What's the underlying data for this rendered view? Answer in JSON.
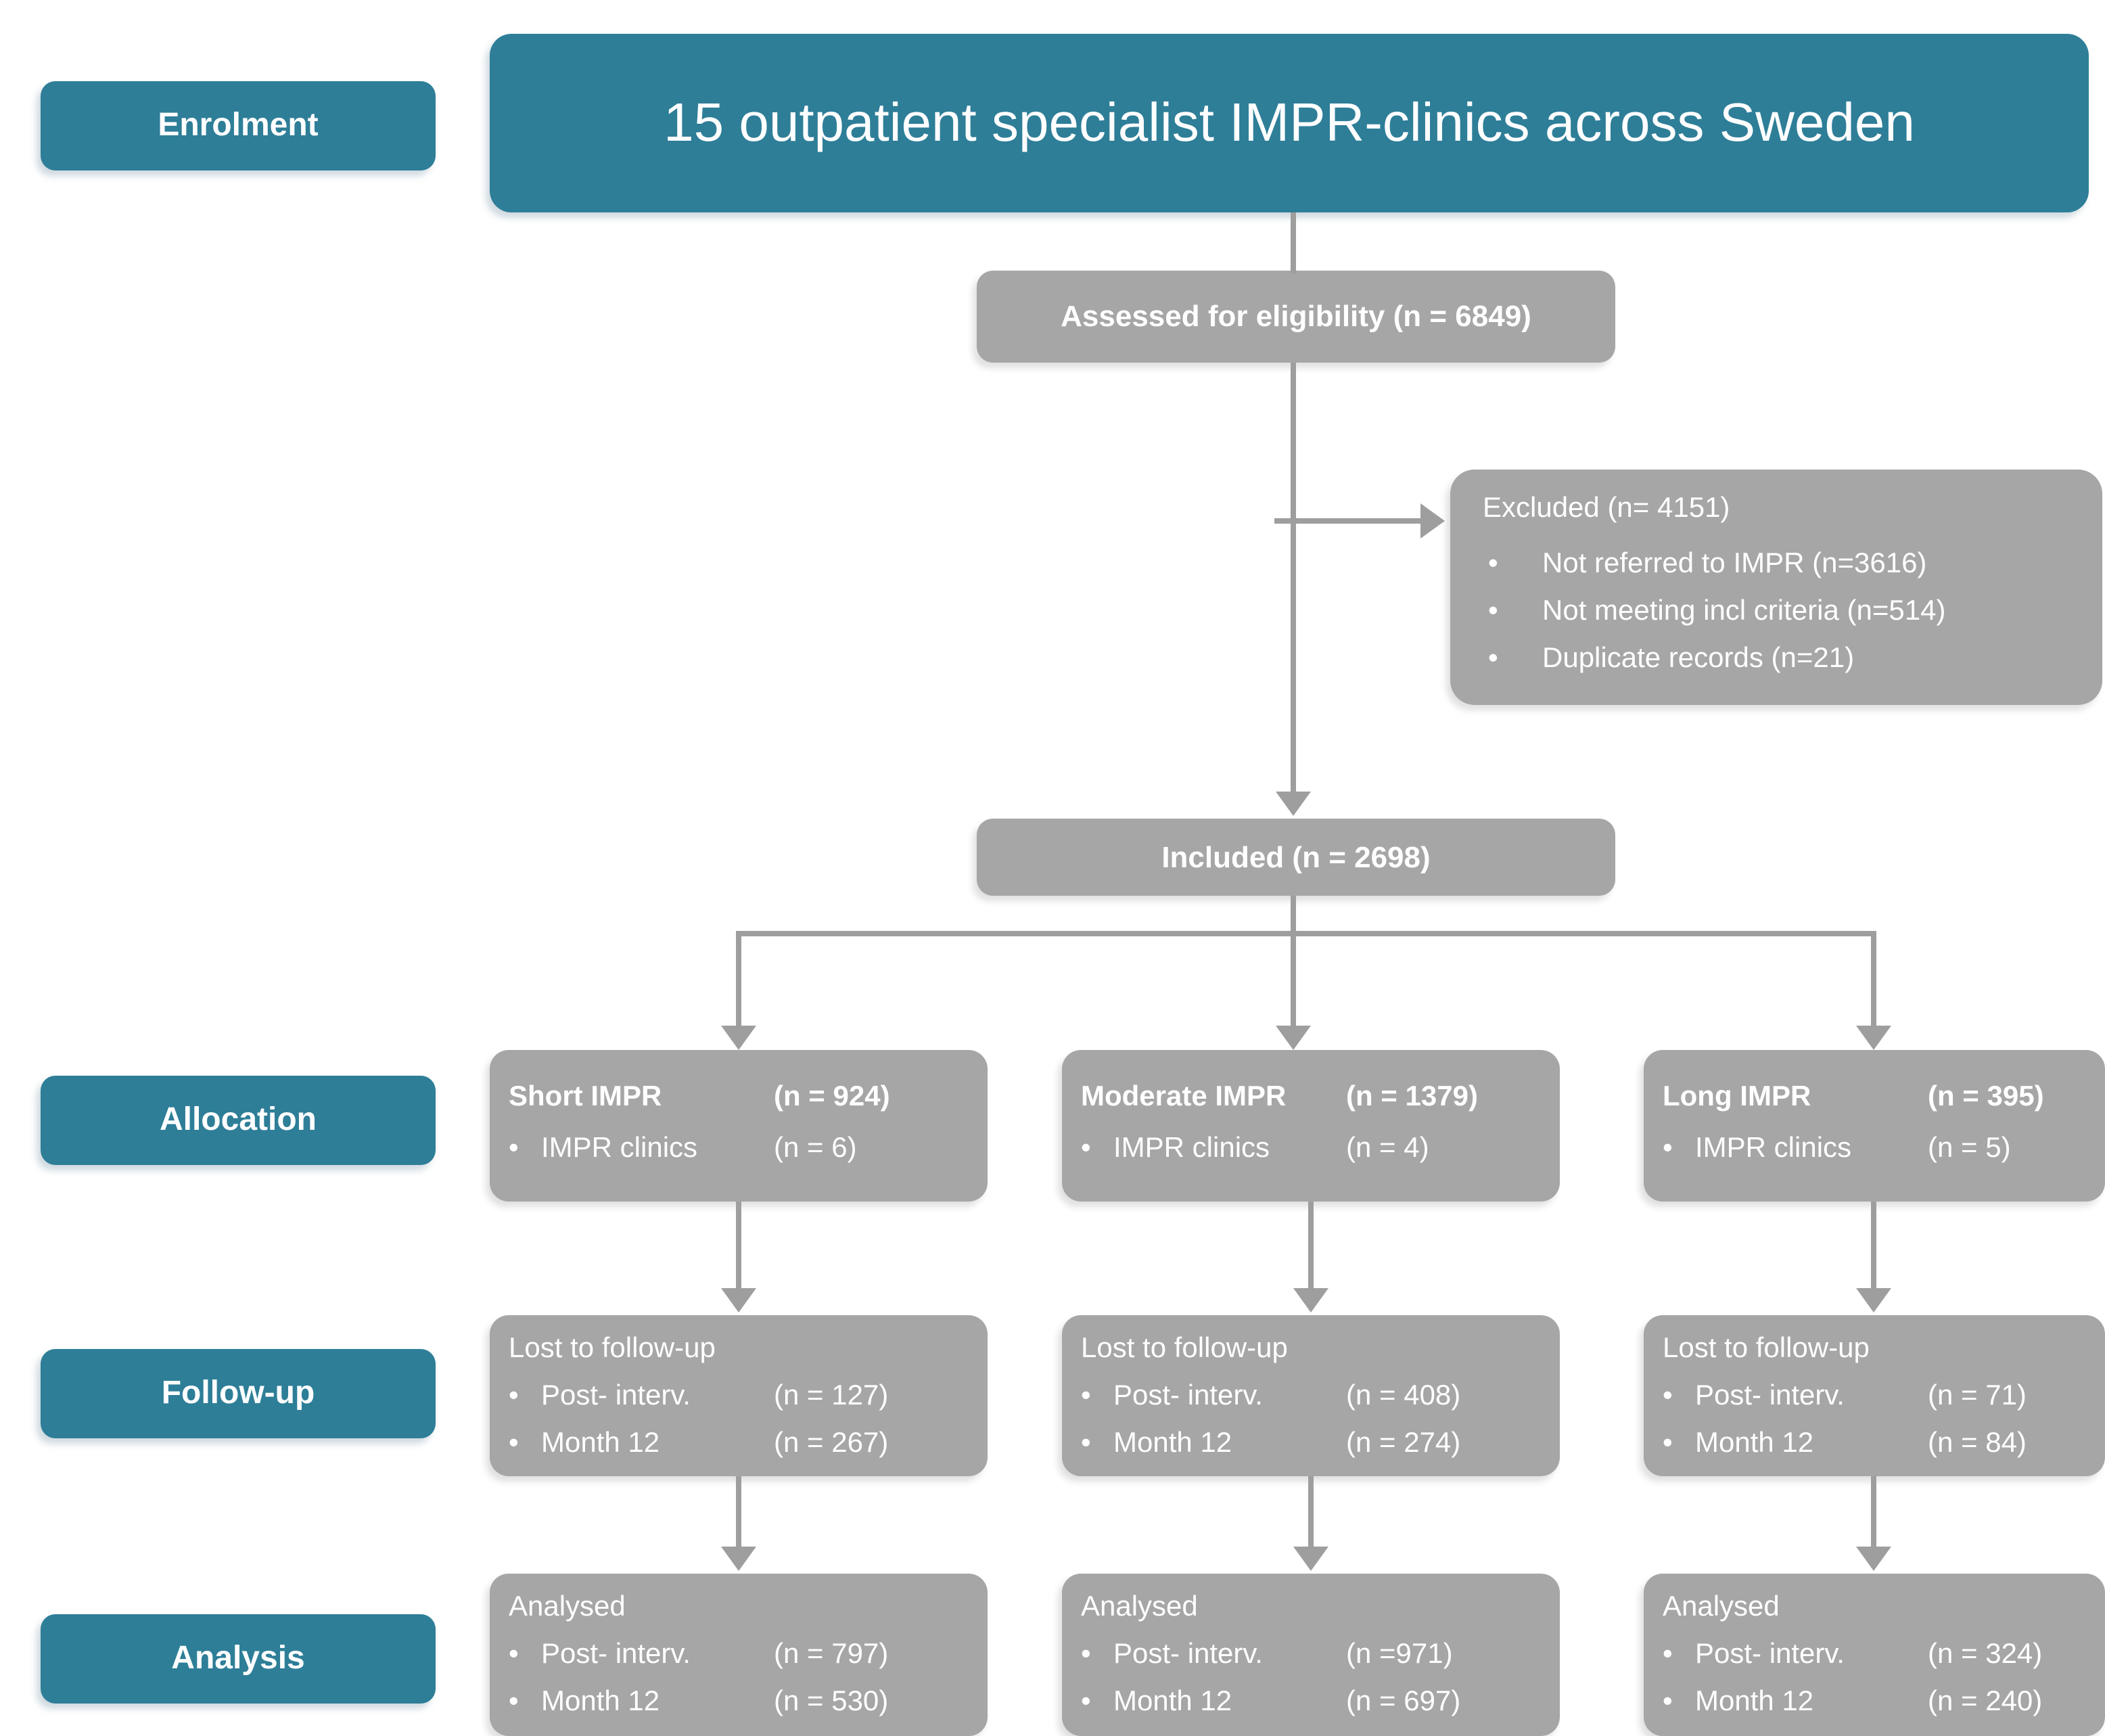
{
  "diagram": {
    "bullet": "•",
    "colors": {
      "teal": "#2e7e98",
      "box_grey": "#a6a6a6",
      "line_grey": "#9e9e9e",
      "text": "#ffffff"
    },
    "stages": [
      {
        "label": "Enrolment"
      },
      {
        "label": "Allocation"
      },
      {
        "label": "Follow-up"
      },
      {
        "label": "Analysis"
      }
    ],
    "enrolment": {
      "banner": "15 outpatient specialist IMPR-clinics across Sweden",
      "assessed": "Assessed for eligibility (n = 6849)",
      "excluded": {
        "title": "Excluded (n= 4151)",
        "items": [
          "Not referred  to IMPR (n=3616)",
          "Not meeting incl criteria (n=514)",
          "Duplicate records (n=21)"
        ]
      },
      "included": "Included (n = 2698)"
    },
    "arms": [
      {
        "allocation": {
          "title": "Short IMPR",
          "n": "(n = 924)",
          "clinics_label": "IMPR clinics",
          "clinics_n": "(n = 6)"
        },
        "followup": {
          "title": "Lost to follow-up",
          "post_label": "Post- interv.",
          "post_n": "(n = 127)",
          "month12_label": "Month 12",
          "month12_n": "(n = 267)"
        },
        "analysis": {
          "title": "Analysed",
          "post_label": "Post- interv.",
          "post_n": "(n = 797)",
          "month12_label": "Month 12",
          "month12_n": "(n = 530)"
        }
      },
      {
        "allocation": {
          "title": "Moderate IMPR",
          "n": "(n = 1379)",
          "clinics_label": "IMPR clinics",
          "clinics_n": "(n = 4)"
        },
        "followup": {
          "title": "Lost to follow-up",
          "post_label": "Post- interv.",
          "post_n": "(n = 408)",
          "month12_label": "Month 12",
          "month12_n": "(n = 274)"
        },
        "analysis": {
          "title": "Analysed",
          "post_label": "Post- interv.",
          "post_n": "(n =971)",
          "month12_label": "Month 12",
          "month12_n": "(n = 697)"
        }
      },
      {
        "allocation": {
          "title": "Long IMPR",
          "n": "(n = 395)",
          "clinics_label": "IMPR clinics",
          "clinics_n": "(n = 5)"
        },
        "followup": {
          "title": "Lost to follow-up",
          "post_label": "Post- interv.",
          "post_n": "(n = 71)",
          "month12_label": "Month 12",
          "month12_n": "(n = 84)"
        },
        "analysis": {
          "title": "Analysed",
          "post_label": "Post- interv.",
          "post_n": "(n = 324)",
          "month12_label": "Month 12",
          "month12_n": "(n = 240)"
        }
      }
    ]
  }
}
